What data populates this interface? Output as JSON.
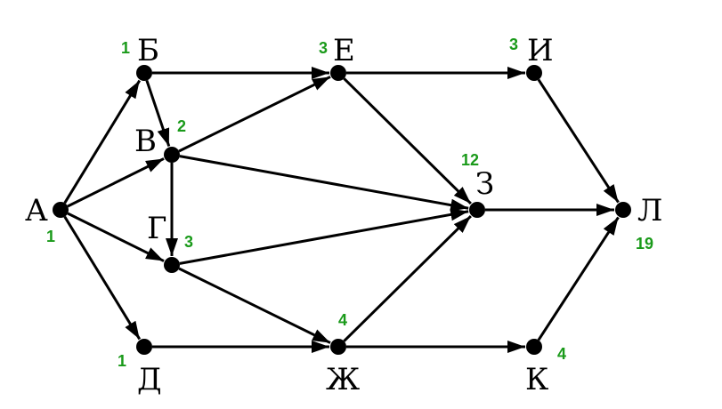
{
  "graph": {
    "colors": {
      "edge": "#000000",
      "node": "#000000",
      "count": "#1a9a1a"
    },
    "vertices": [
      {
        "id": "A",
        "label": "А",
        "count": "1"
      },
      {
        "id": "B",
        "label": "Б",
        "count": "1"
      },
      {
        "id": "V",
        "label": "В",
        "count": "2"
      },
      {
        "id": "G",
        "label": "Г",
        "count": "3"
      },
      {
        "id": "D",
        "label": "Д",
        "count": "1"
      },
      {
        "id": "E",
        "label": "Е",
        "count": "3"
      },
      {
        "id": "Zh",
        "label": "Ж",
        "count": "4"
      },
      {
        "id": "Z",
        "label": "З",
        "count": "12"
      },
      {
        "id": "I",
        "label": "И",
        "count": "3"
      },
      {
        "id": "K",
        "label": "К",
        "count": "4"
      },
      {
        "id": "L",
        "label": "Л",
        "count": "19"
      }
    ],
    "edges": [
      {
        "from": "A",
        "to": "B"
      },
      {
        "from": "A",
        "to": "V"
      },
      {
        "from": "A",
        "to": "G"
      },
      {
        "from": "A",
        "to": "D"
      },
      {
        "from": "B",
        "to": "V"
      },
      {
        "from": "B",
        "to": "E"
      },
      {
        "from": "V",
        "to": "E"
      },
      {
        "from": "V",
        "to": "G"
      },
      {
        "from": "V",
        "to": "Z"
      },
      {
        "from": "G",
        "to": "Z"
      },
      {
        "from": "G",
        "to": "Zh"
      },
      {
        "from": "D",
        "to": "Zh"
      },
      {
        "from": "E",
        "to": "I"
      },
      {
        "from": "E",
        "to": "Z"
      },
      {
        "from": "Zh",
        "to": "Z"
      },
      {
        "from": "Zh",
        "to": "K"
      },
      {
        "from": "Z",
        "to": "L"
      },
      {
        "from": "I",
        "to": "L"
      },
      {
        "from": "K",
        "to": "L"
      }
    ]
  }
}
